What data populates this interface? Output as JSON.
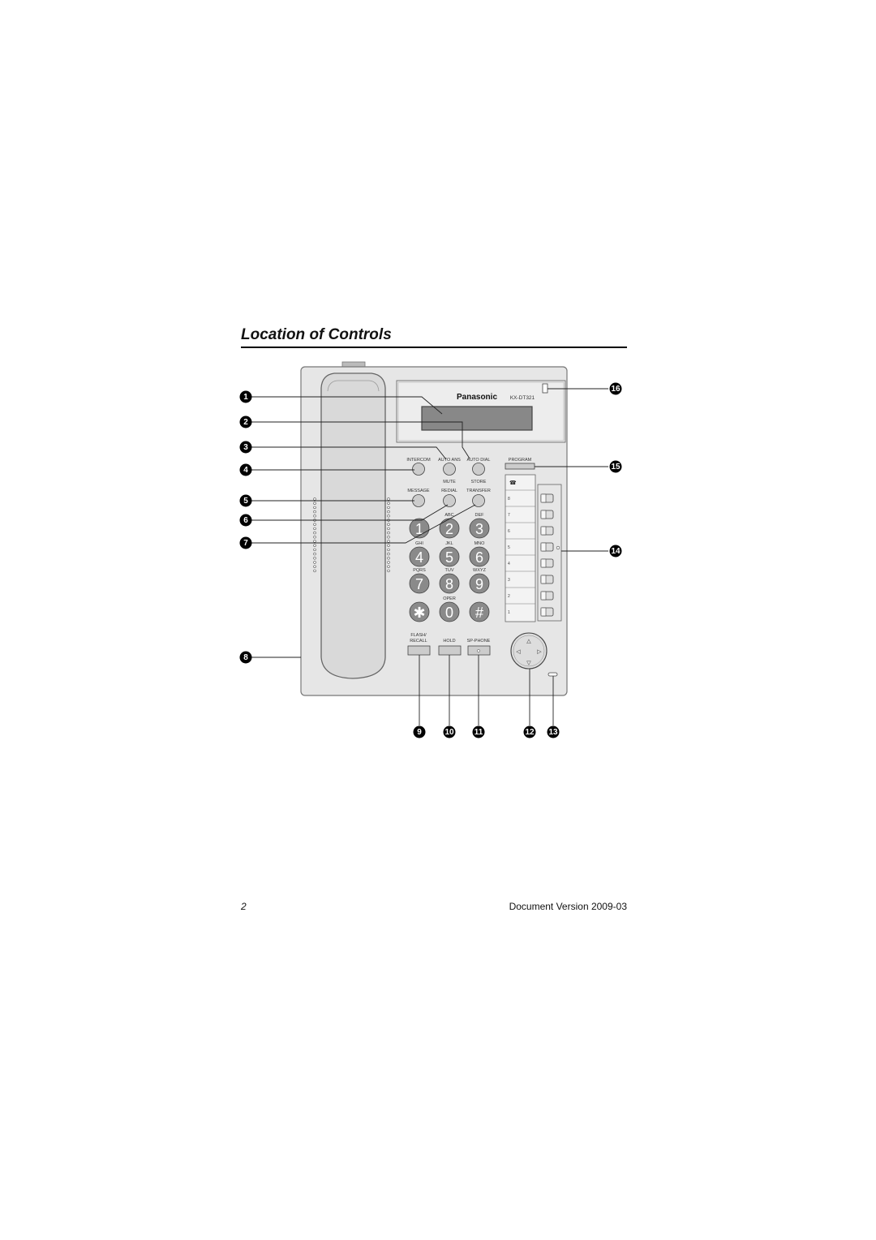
{
  "document": {
    "title": "Location of Controls",
    "page_number": "2",
    "version": "Document Version 2009-03"
  },
  "phone": {
    "brand": "Panasonic",
    "model": "KX-DT321",
    "feature_buttons": {
      "intercom": "INTERCOM",
      "auto_ans": "AUTO ANS",
      "auto_dial": "AUTO DIAL",
      "mute": "MUTE",
      "store": "STORE",
      "message": "MESSAGE",
      "redial": "REDIAL",
      "transfer": "TRANSFER",
      "program": "PROGRAM",
      "flash_recall_1": "FLASH/",
      "flash_recall_2": "RECALL",
      "hold": "HOLD",
      "sp_phone": "SP-PHONE"
    },
    "keypad": [
      {
        "digit": "1",
        "letters": ""
      },
      {
        "digit": "2",
        "letters": "ABC"
      },
      {
        "digit": "3",
        "letters": "DEF"
      },
      {
        "digit": "4",
        "letters": "GHI"
      },
      {
        "digit": "5",
        "letters": "JKL"
      },
      {
        "digit": "6",
        "letters": "MNO"
      },
      {
        "digit": "7",
        "letters": "PQRS"
      },
      {
        "digit": "8",
        "letters": "TUV"
      },
      {
        "digit": "9",
        "letters": "WXYZ"
      },
      {
        "digit": "✱",
        "letters": ""
      },
      {
        "digit": "0",
        "letters": "OPER"
      },
      {
        "digit": "#",
        "letters": ""
      }
    ],
    "co_line_labels": [
      "8",
      "7",
      "6",
      "5",
      "4",
      "3",
      "2",
      "1"
    ]
  },
  "callouts": [
    "1",
    "2",
    "3",
    "4",
    "5",
    "6",
    "7",
    "8",
    "9",
    "10",
    "11",
    "12",
    "13",
    "14",
    "15",
    "16"
  ]
}
